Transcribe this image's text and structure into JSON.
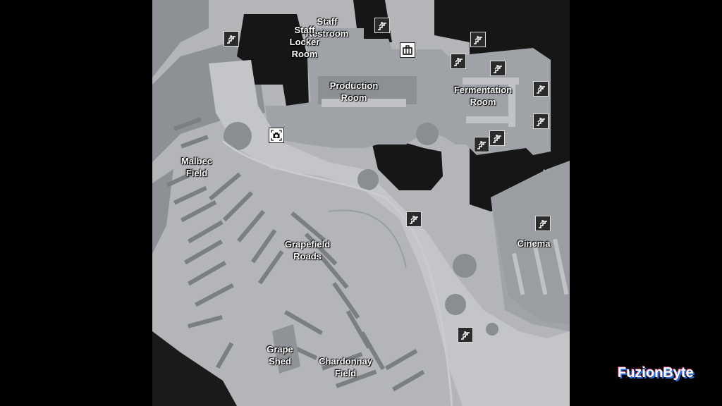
{
  "map": {
    "labels": [
      {
        "id": "staff-restroom",
        "lines": [
          "Staff",
          "Restroom"
        ]
      },
      {
        "id": "staff-locker-room",
        "lines": [
          "Staff",
          "Locker",
          "Room"
        ]
      },
      {
        "id": "production-room",
        "lines": [
          "Production",
          "Room"
        ]
      },
      {
        "id": "fermentation-room",
        "lines": [
          "Fermentation",
          "Room"
        ]
      },
      {
        "id": "malbec-field",
        "lines": [
          "Malbec",
          "Field"
        ]
      },
      {
        "id": "grapefield-roads",
        "lines": [
          "Grapefield",
          "Roads"
        ]
      },
      {
        "id": "cinema",
        "lines": [
          "Cinema"
        ]
      },
      {
        "id": "grape-shed",
        "lines": [
          "Grape",
          "Shed"
        ]
      },
      {
        "id": "chardonnay-field",
        "lines": [
          "Chardonnay",
          "Field"
        ]
      }
    ],
    "markers": [
      {
        "type": "stairs-icon"
      },
      {
        "type": "stairs-icon"
      },
      {
        "type": "stairs-icon"
      },
      {
        "type": "stairs-icon"
      },
      {
        "type": "stairs-icon"
      },
      {
        "type": "stairs-icon"
      },
      {
        "type": "stairs-icon"
      },
      {
        "type": "stairs-icon"
      },
      {
        "type": "stairs-icon"
      },
      {
        "type": "stairs-icon"
      },
      {
        "type": "stairs-icon"
      },
      {
        "type": "stairs-icon"
      },
      {
        "type": "briefcase-icon"
      },
      {
        "type": "camera-icon"
      }
    ]
  },
  "watermark": "FuzionByte",
  "colors": {
    "background": "#000000",
    "ground": "#b3b5b8",
    "building": "#9fa2a6",
    "structure": "#6e7175",
    "void": "#161616",
    "label": "#ffffff"
  }
}
